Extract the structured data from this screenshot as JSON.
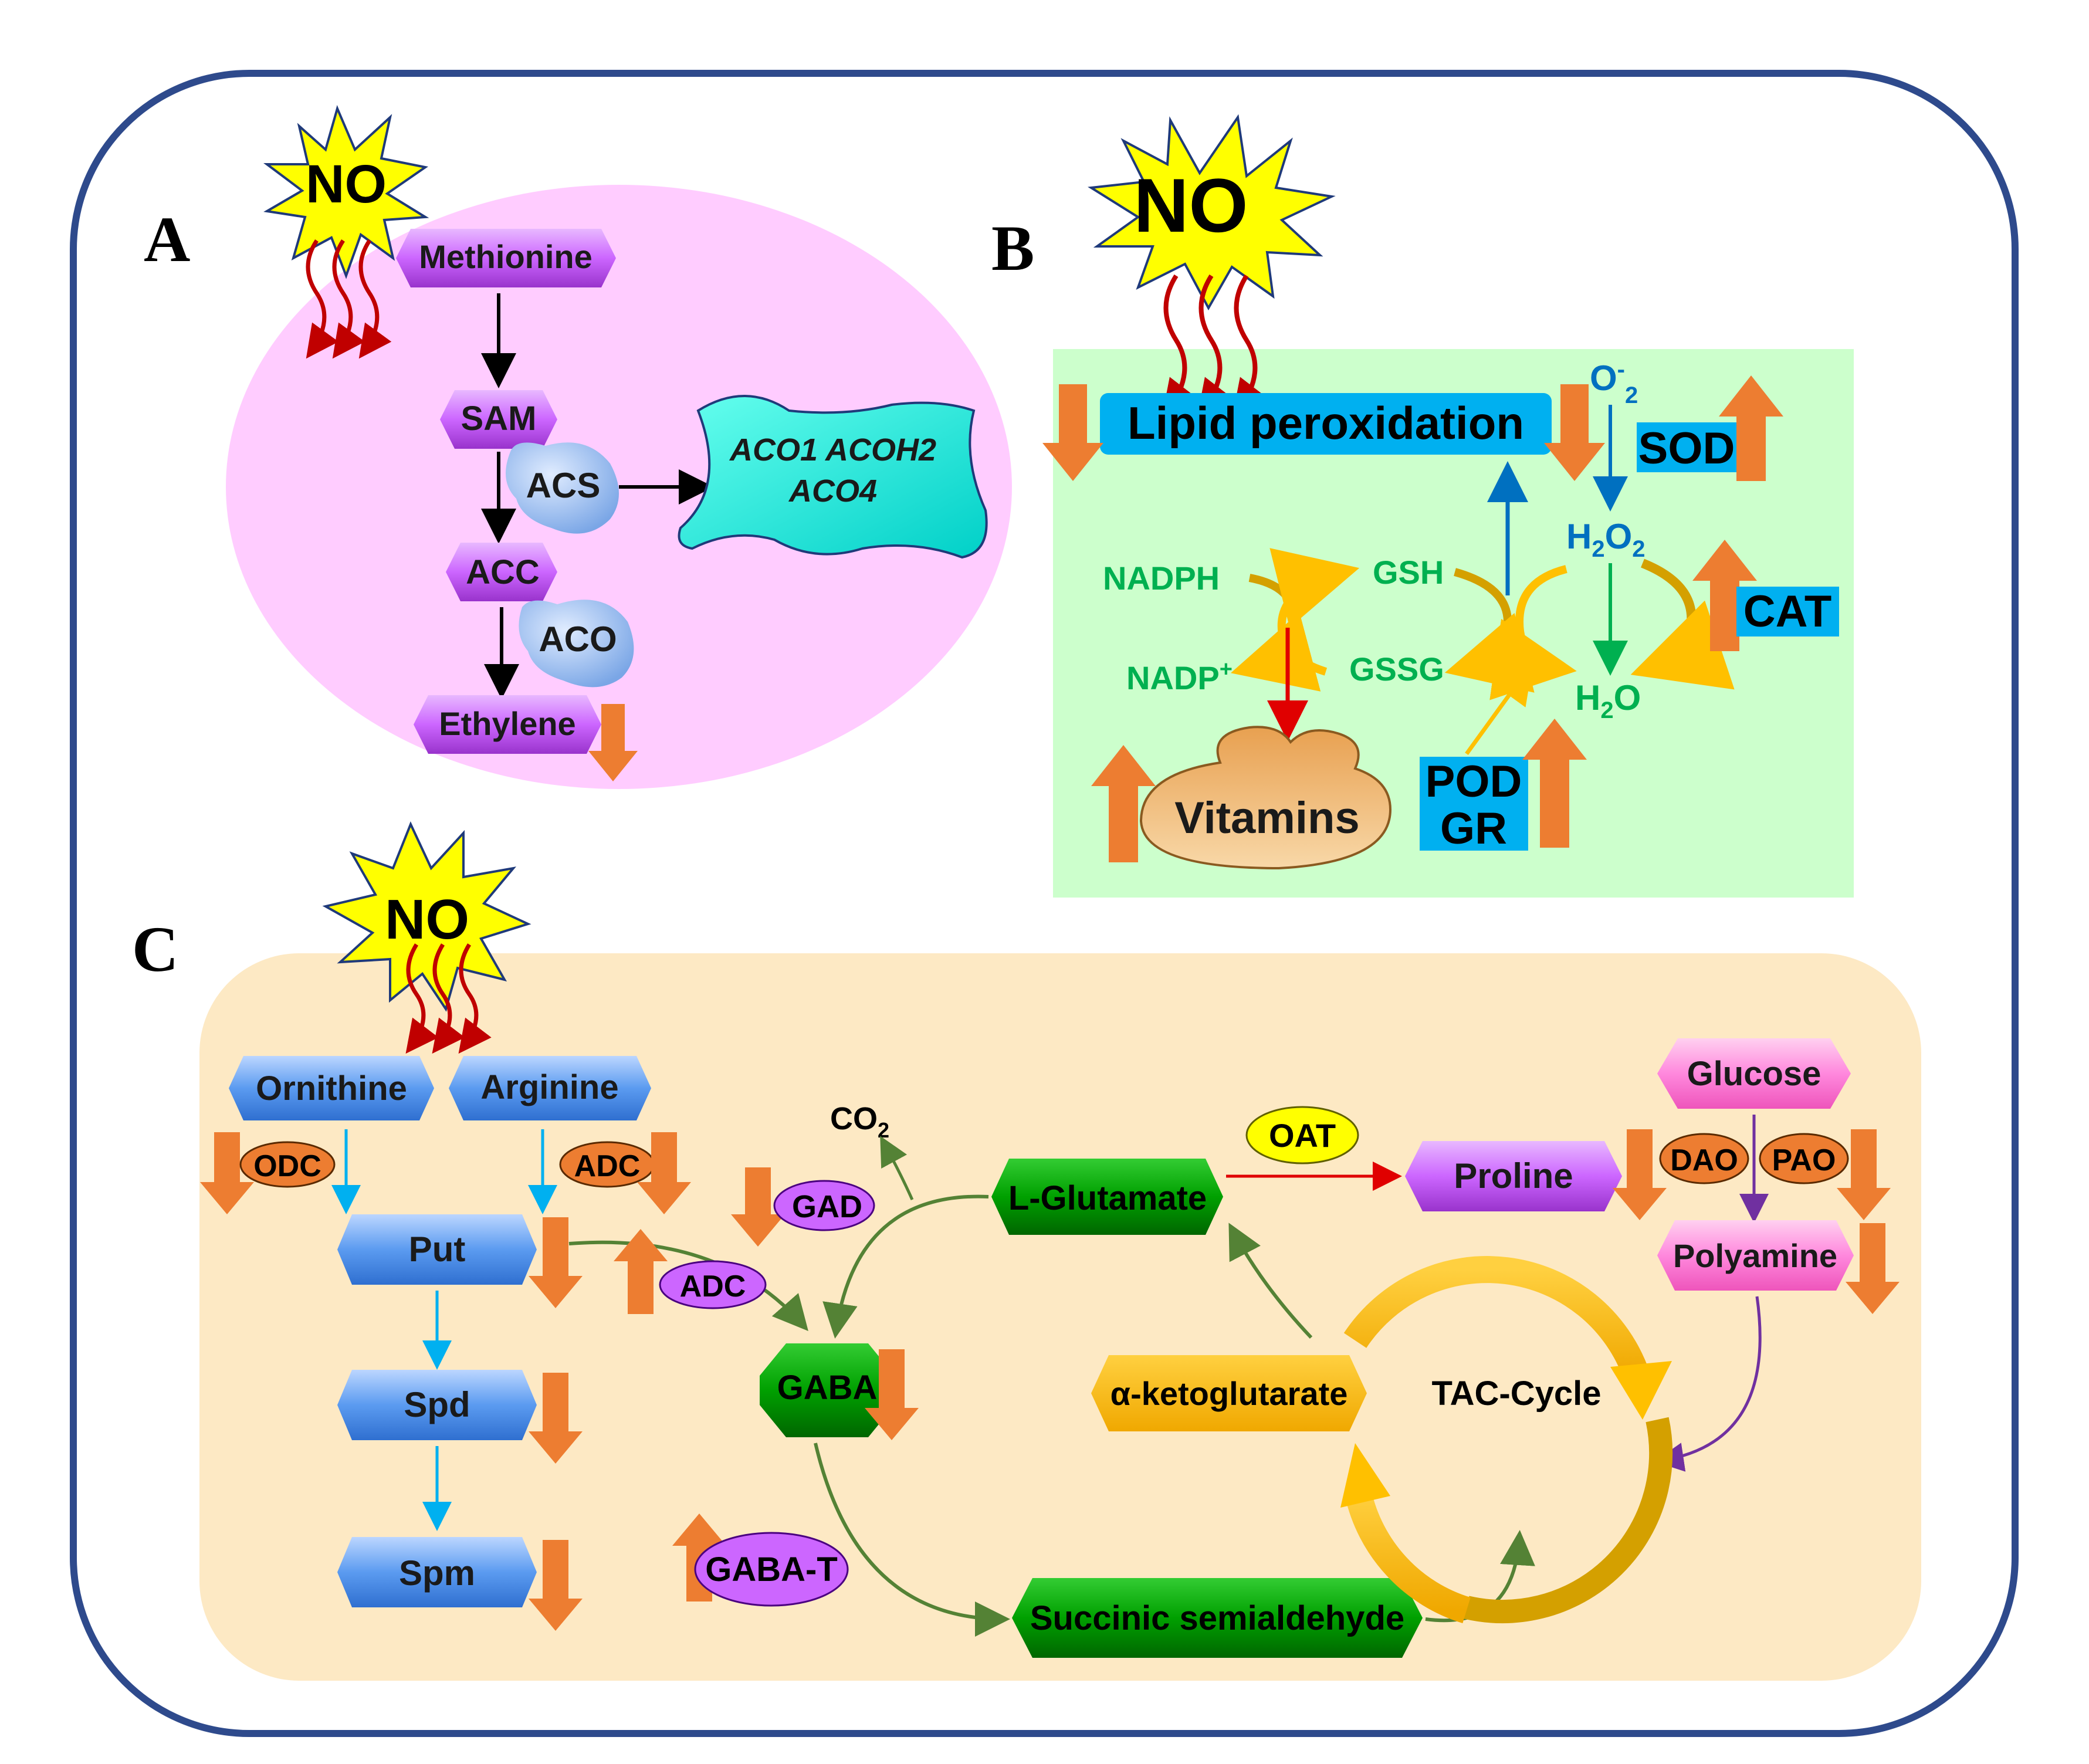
{
  "panel_labels": {
    "a": "A",
    "b": "B",
    "c": "C"
  },
  "no_burst_label": "NO",
  "panel_a": {
    "methionine": "Methionine",
    "sam": "SAM",
    "acs": "ACS",
    "acc": "ACC",
    "aco": "ACO",
    "ethylene": "Ethylene",
    "genes_line1": "ACO1 ACOH2",
    "genes_line2": "ACO4"
  },
  "panel_b": {
    "lipid": "Lipid peroxidation",
    "o2": "O",
    "o2_sup": "-",
    "o2_sub": "2",
    "sod": "SOD",
    "h2o2_h": "H",
    "h2o2_2a": "2",
    "h2o2_o": "O",
    "h2o2_2b": "2",
    "cat": "CAT",
    "h2o_h": "H",
    "h2o_2": "2",
    "h2o_o": "O",
    "nadph": "NADPH",
    "nadp": "NADP",
    "nadp_sup": "+",
    "gsh": "GSH",
    "gssg": "GSSG",
    "vitamins": "Vitamins",
    "pod": "POD",
    "gr": "GR"
  },
  "panel_c": {
    "ornithine": "Ornithine",
    "arginine": "Arginine",
    "odc": "ODC",
    "adc1": "ADC",
    "put": "Put",
    "spd": "Spd",
    "spm": "Spm",
    "co2_c": "CO",
    "co2_2": "2",
    "gad": "GAD",
    "adc2": "ADC",
    "gaba": "GABA",
    "gabat": "GABA-T",
    "lglutamate": "L-Glutamate",
    "oat": "OAT",
    "proline": "Proline",
    "glucose": "Glucose",
    "dao": "DAO",
    "pao": "PAO",
    "polyamine": "Polyamine",
    "akg": "α-ketoglutarate",
    "tac": "TAC-Cycle",
    "ssa": "Succinic semialdehyde"
  },
  "colors": {
    "frame": "#2e4a8c",
    "panel_a_bg": "#ffccff",
    "panel_b_bg": "#ccffcc",
    "panel_c_bg": "#fde9c4",
    "purple_node": "#cc66ff",
    "blue_node": "#66a3ff",
    "green_node": "#00aa00",
    "pink_node": "#ff88dd",
    "orange_arrow": "#ed7d31",
    "no_burst": "#ffff00",
    "dark_red": "#c00000",
    "highlight_blue": "#00b0f0",
    "gold": "#ffc000",
    "bio_green": "#00b050",
    "ros_blue": "#0070c0"
  }
}
